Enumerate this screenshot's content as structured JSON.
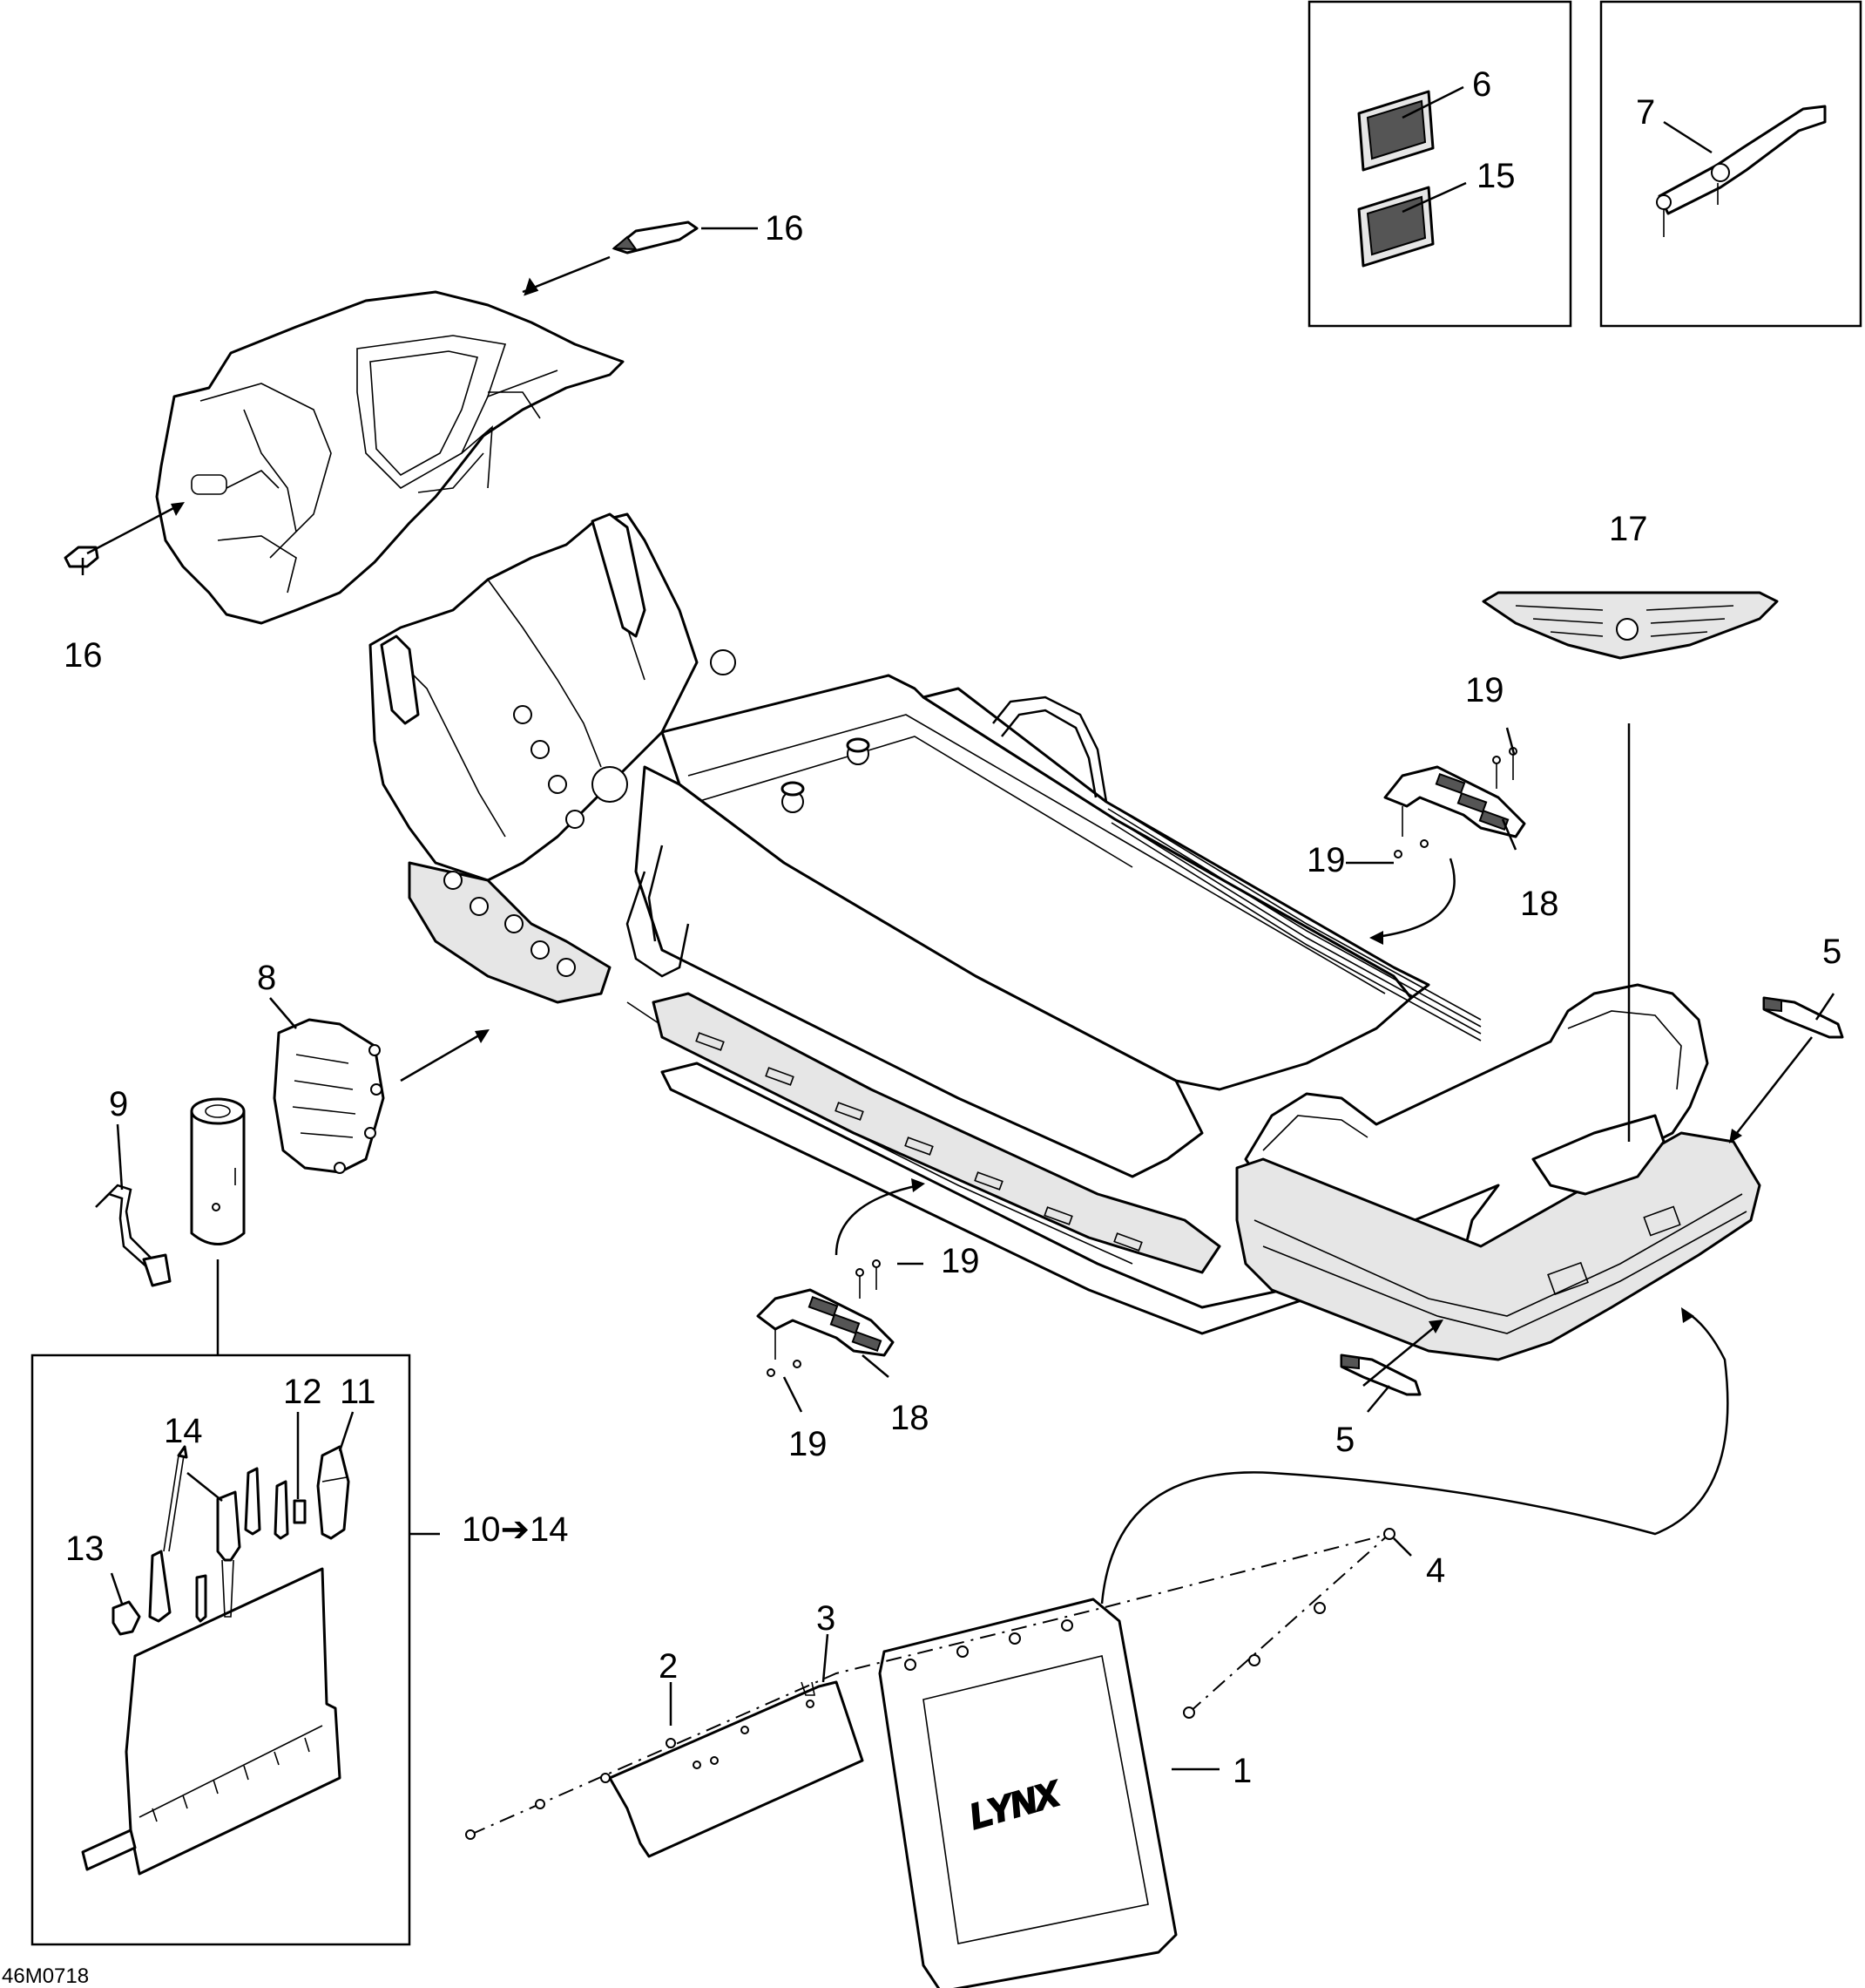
{
  "diagram": {
    "drawing_code": "46M0718",
    "logo_text": "LYNX",
    "callouts": [
      {
        "id": "c1",
        "label": "1"
      },
      {
        "id": "c2",
        "label": "2"
      },
      {
        "id": "c3",
        "label": "3"
      },
      {
        "id": "c4",
        "label": "4"
      },
      {
        "id": "c5a",
        "label": "5"
      },
      {
        "id": "c5b",
        "label": "5"
      },
      {
        "id": "c6",
        "label": "6"
      },
      {
        "id": "c7",
        "label": "7"
      },
      {
        "id": "c8",
        "label": "8"
      },
      {
        "id": "c9",
        "label": "9"
      },
      {
        "id": "c10",
        "label": "10➔14"
      },
      {
        "id": "c11",
        "label": "11"
      },
      {
        "id": "c12",
        "label": "12"
      },
      {
        "id": "c13",
        "label": "13"
      },
      {
        "id": "c14",
        "label": "14"
      },
      {
        "id": "c15",
        "label": "15"
      },
      {
        "id": "c16a",
        "label": "16"
      },
      {
        "id": "c16b",
        "label": "16"
      },
      {
        "id": "c17",
        "label": "17"
      },
      {
        "id": "c18a",
        "label": "18"
      },
      {
        "id": "c18b",
        "label": "18"
      },
      {
        "id": "c19a",
        "label": "19"
      },
      {
        "id": "c19b",
        "label": "19"
      },
      {
        "id": "c19c",
        "label": "19"
      },
      {
        "id": "c19d",
        "label": "19"
      }
    ]
  }
}
